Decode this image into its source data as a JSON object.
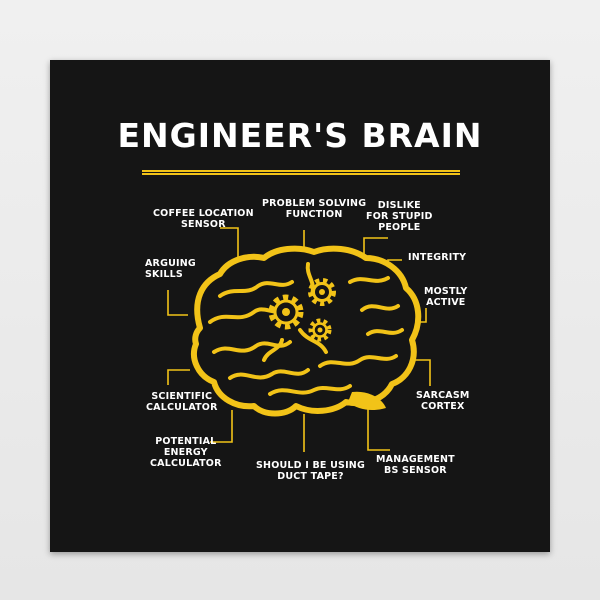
{
  "title": "ENGINEER'S BRAIN",
  "colors": {
    "background": "#151515",
    "accent": "#f2c318",
    "text": "#ffffff",
    "wall": "#ececec"
  },
  "labels": {
    "coffee": "COFFEE LOCATION\nSENSOR",
    "problem": "PROBLEM SOLVING\nFUNCTION",
    "dislike": "DISLIKE\nFOR STUPID\nPEOPLE",
    "arguing": "ARGUING\nSKILLS",
    "integrity": "INTEGRITY",
    "mostly": "MOSTLY\nACTIVE",
    "scientific": "SCIENTIFIC\nCALCULATOR",
    "sarcasm": "SARCASM\nCORTEX",
    "potential": "POTENTIAL\nENERGY\nCALCULATOR",
    "duct": "SHOULD I BE USING\nDUCT TAPE?",
    "management": "MANAGEMENT\nBS SENSOR"
  },
  "icons": {
    "brain": "brain-icon",
    "gears": "gear-icon"
  }
}
